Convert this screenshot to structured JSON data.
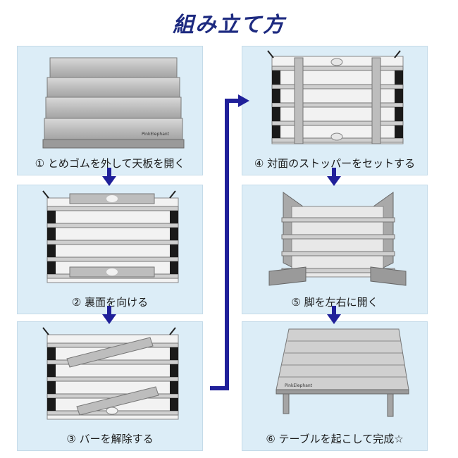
{
  "title": "組み立て方",
  "brand": "PinkElephant",
  "steps": [
    {
      "label": "① とめゴムを外して天板を開く"
    },
    {
      "label": "② 裏面を向ける"
    },
    {
      "label": "③ バーを解除する"
    },
    {
      "label": "④ 対面のストッパーをセットする"
    },
    {
      "label": "⑤ 脚を左右に開く"
    },
    {
      "label": "⑥ テーブルを起こして完成☆"
    }
  ],
  "colors": {
    "arrow": "#20209a",
    "panel": "#dcedf7",
    "title": "#1d2a80"
  }
}
